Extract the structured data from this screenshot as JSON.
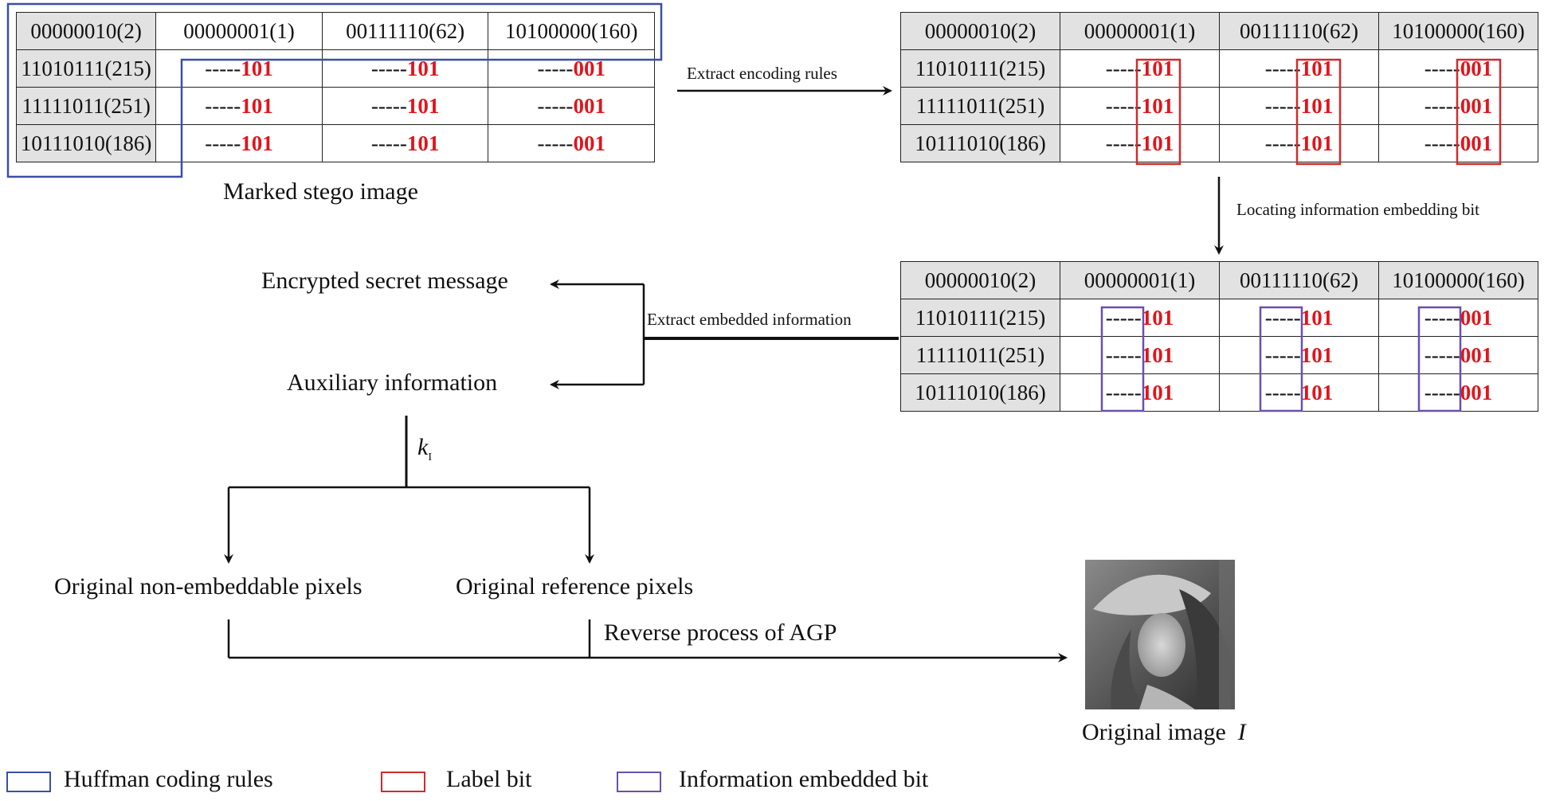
{
  "header_row": [
    "00000010(2)",
    "00000001(1)",
    "00111110(62)",
    "10100000(160)"
  ],
  "rows": [
    {
      "label": "11010111(215)",
      "cells": [
        {
          "prefix": "-----",
          "bits": "101"
        },
        {
          "prefix": "-----",
          "bits": "101"
        },
        {
          "prefix": "-----",
          "bits": "001"
        }
      ]
    },
    {
      "label": "11111011(251)",
      "cells": [
        {
          "prefix": "-----",
          "bits": "101"
        },
        {
          "prefix": "-----",
          "bits": "101"
        },
        {
          "prefix": "-----",
          "bits": "001"
        }
      ]
    },
    {
      "label": "10111010(186)",
      "cells": [
        {
          "prefix": "-----",
          "bits": "101"
        },
        {
          "prefix": "-----",
          "bits": "101"
        },
        {
          "prefix": "-----",
          "bits": "001"
        }
      ]
    }
  ],
  "labels": {
    "marked_stego": "Marked stego image",
    "extract_rules": "Extract encoding rules",
    "locating": "Locating information embedding bit",
    "extract_embedded": "Extract embedded information",
    "encrypted": "Encrypted secret message",
    "auxiliary": "Auxiliary information",
    "key": "k",
    "key_sub": "I",
    "non_embeddable": "Original non-embeddable pixels",
    "reference": "Original reference pixels",
    "reverse": "Reverse process of AGP",
    "original_image": "Original image",
    "original_symbol": "I"
  },
  "legend": [
    {
      "label": "Huffman coding rules",
      "color": "#3a4fa8"
    },
    {
      "label": "Label bit",
      "color": "#d42a2a"
    },
    {
      "label": "Information embedded bit",
      "color": "#6a4fb0"
    }
  ],
  "colors": {
    "label_bit": "#e0151c",
    "huffman_box": "#3a4fa8",
    "label_box": "#d42a2a",
    "embed_box": "#6a4fb0"
  }
}
